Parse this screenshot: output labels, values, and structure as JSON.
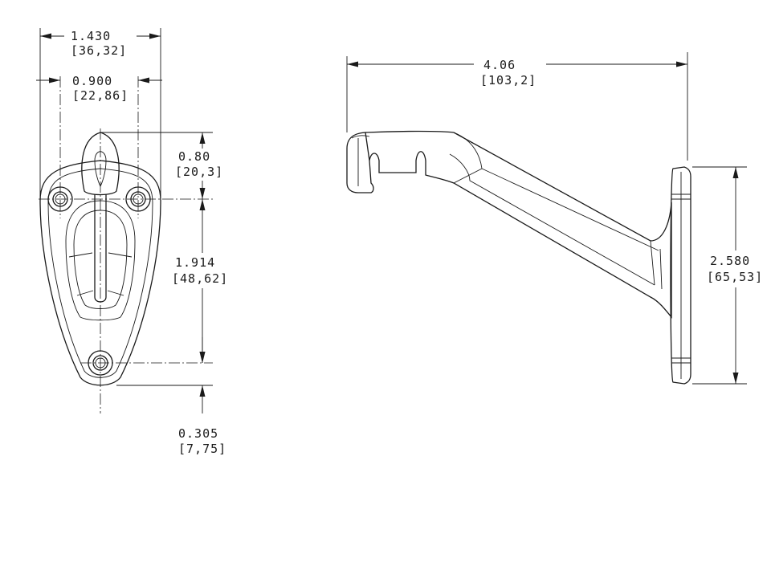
{
  "front_view": {
    "overall_width": {
      "value": "1.430",
      "metric": "[36,32]"
    },
    "hole_spacing": {
      "value": "0.900",
      "metric": "[22,86]"
    },
    "hook_height": {
      "value": "0.80",
      "metric": "[20,3]"
    },
    "hole_center_distance": {
      "value": "1.914",
      "metric": "[48,62]"
    },
    "bottom_offset": {
      "value": "0.305",
      "metric": "[7,75]"
    }
  },
  "side_view": {
    "projection": {
      "value": "4.06",
      "metric": "[103,2]"
    },
    "plate_height": {
      "value": "2.580",
      "metric": "[65,53]"
    }
  },
  "colors": {
    "ink": "#1a1a1a",
    "paper": "#ffffff"
  }
}
